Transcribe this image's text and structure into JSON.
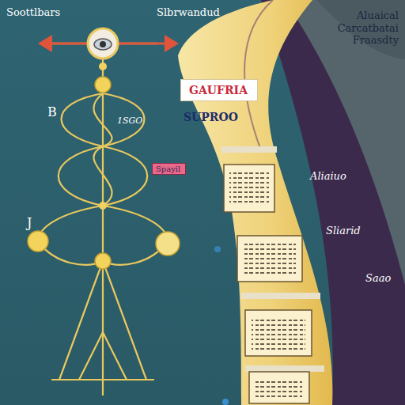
{
  "diagram": {
    "nodes": [
      {
        "text": [
          "GAUFRIA"
        ]
      },
      {
        "text": [
          "Spayil"
        ]
      }
    ],
    "labels": [
      "Soottlbars",
      "Slbrwandud",
      "Aluaical Carcatbatai Fraasdty",
      "B",
      "1SGO",
      "SUPROO",
      "J",
      "Aliaiuo",
      "Sliarid",
      "Saao"
    ]
  }
}
